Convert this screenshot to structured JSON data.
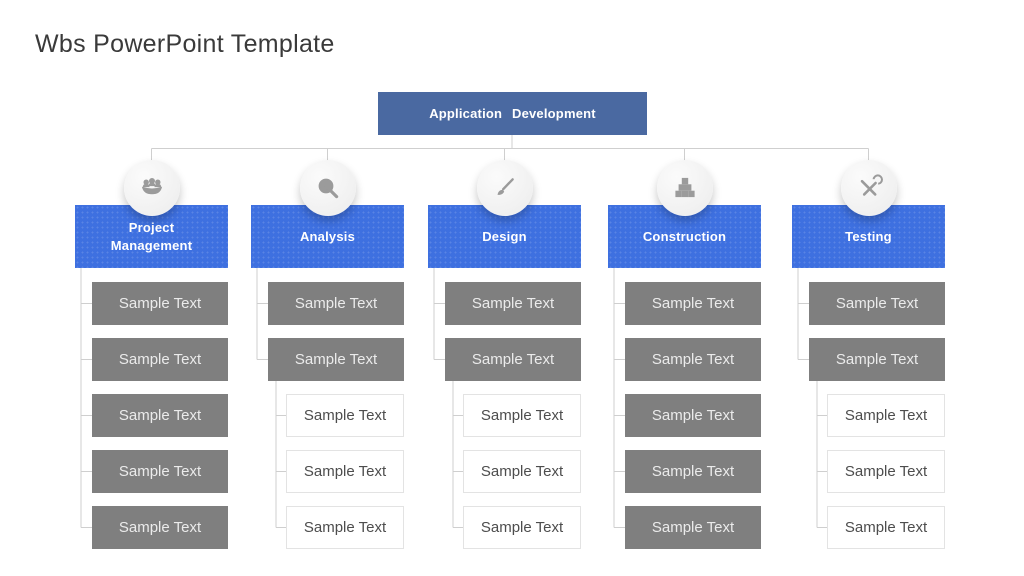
{
  "page_title": "Wbs PowerPoint Template",
  "root_node": {
    "label": "Application Development"
  },
  "colors": {
    "root_blue": "#4A69A1",
    "branch_blue": "#3E70E0",
    "solid_gray": "#7F7F7F",
    "connector_gray": "#CFCFCF",
    "canvas": "#FFFFFF"
  },
  "columns": [
    {
      "name": "Project Management",
      "icon": "team-icon",
      "children": [
        {
          "label": "Sample Text",
          "variant": "solid"
        },
        {
          "label": "Sample Text",
          "variant": "solid"
        },
        {
          "label": "Sample Text",
          "variant": "solid"
        },
        {
          "label": "Sample Text",
          "variant": "solid"
        },
        {
          "label": "Sample Text",
          "variant": "solid"
        }
      ]
    },
    {
      "name": "Analysis",
      "icon": "magnifier-pulse-icon",
      "children": [
        {
          "label": "Sample Text",
          "variant": "solid"
        },
        {
          "label": "Sample Text",
          "variant": "solid"
        },
        {
          "label": "Sample Text",
          "variant": "outline"
        },
        {
          "label": "Sample Text",
          "variant": "outline"
        },
        {
          "label": "Sample Text",
          "variant": "outline"
        }
      ]
    },
    {
      "name": "Design",
      "icon": "paintbrush-icon",
      "children": [
        {
          "label": "Sample Text",
          "variant": "solid"
        },
        {
          "label": "Sample Text",
          "variant": "solid"
        },
        {
          "label": "Sample Text",
          "variant": "outline"
        },
        {
          "label": "Sample Text",
          "variant": "outline"
        },
        {
          "label": "Sample Text",
          "variant": "outline"
        }
      ]
    },
    {
      "name": "Construction",
      "icon": "blocks-icon",
      "children": [
        {
          "label": "Sample Text",
          "variant": "solid"
        },
        {
          "label": "Sample Text",
          "variant": "solid"
        },
        {
          "label": "Sample Text",
          "variant": "solid"
        },
        {
          "label": "Sample Text",
          "variant": "solid"
        },
        {
          "label": "Sample Text",
          "variant": "solid"
        }
      ]
    },
    {
      "name": "Testing",
      "icon": "crossed-tools-icon",
      "children": [
        {
          "label": "Sample Text",
          "variant": "solid"
        },
        {
          "label": "Sample Text",
          "variant": "solid"
        },
        {
          "label": "Sample Text",
          "variant": "outline"
        },
        {
          "label": "Sample Text",
          "variant": "outline"
        },
        {
          "label": "Sample Text",
          "variant": "outline"
        }
      ]
    }
  ]
}
